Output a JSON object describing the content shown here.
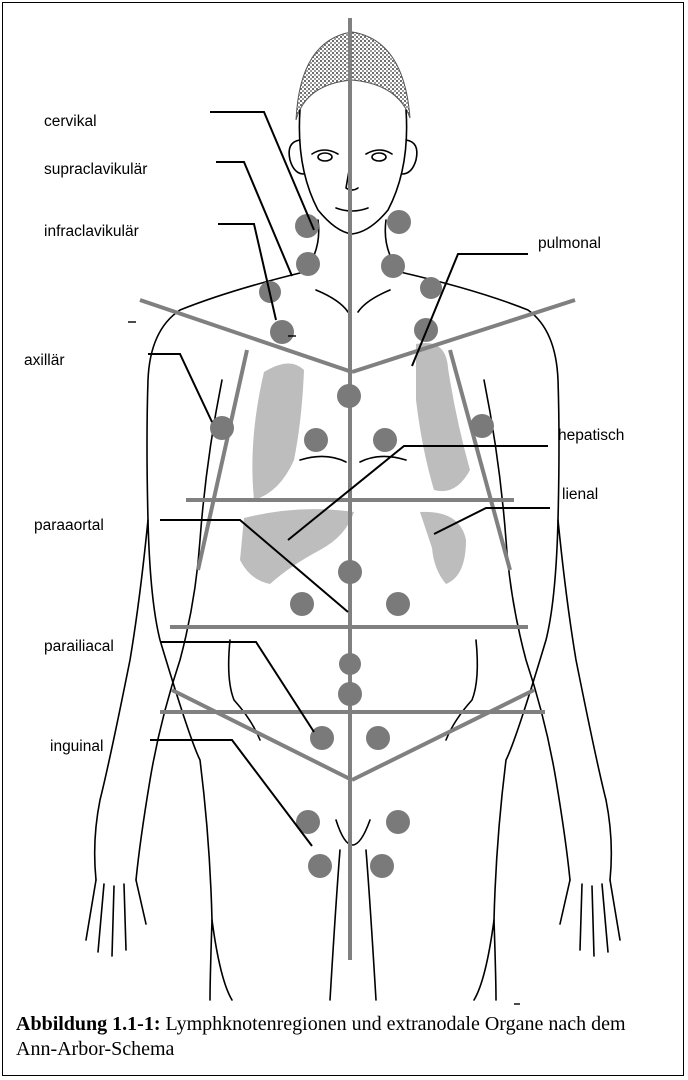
{
  "labels": {
    "cervikal": "cervikal",
    "supraclavikular": "supraclavikulär",
    "infraclavikular": "infraclavikulär",
    "axillar": "axillär",
    "pulmonal": "pulmonal",
    "hepatisch": "hepatisch",
    "lienal": "lienal",
    "paraaortal": "paraaortal",
    "parailiacal": "parailiacal",
    "inguinal": "inguinal"
  },
  "caption": {
    "number": "Abbildung 1.1-1:",
    "text": " Lymphknotenregionen und extranodale Organe nach dem Ann-Arbor-Schema"
  },
  "colors": {
    "node": "#7a7a7a",
    "organ": "#bdbdbd",
    "region_line": "#808080",
    "outline": "#000000",
    "hair": "#8c8c8c"
  }
}
